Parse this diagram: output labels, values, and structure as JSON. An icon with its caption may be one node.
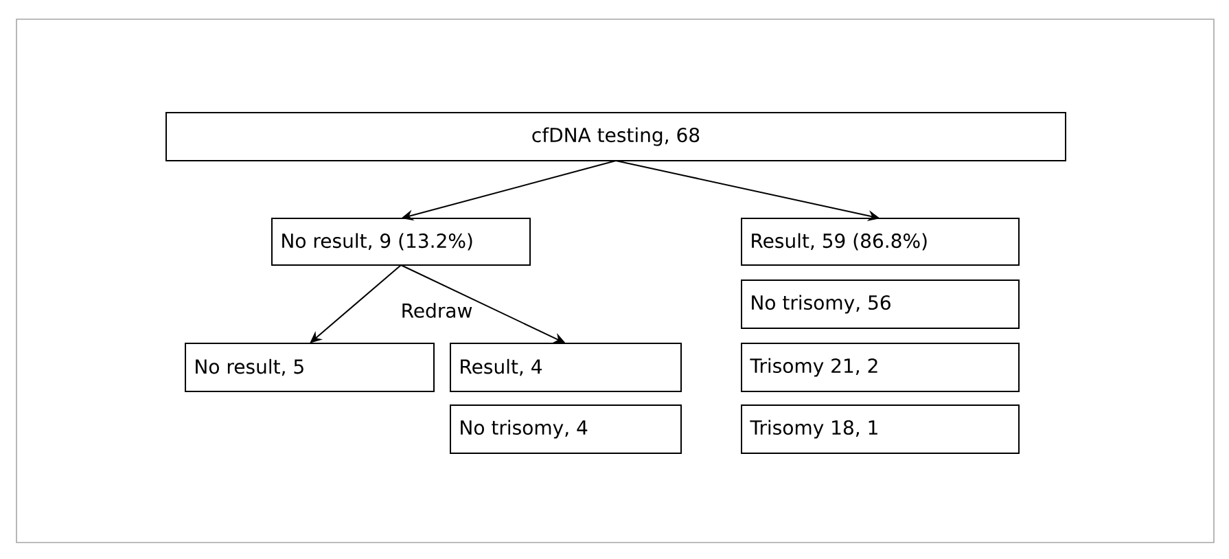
{
  "diagram": {
    "nodes": [
      {
        "text": [
          "cfDNA testing, 68"
        ]
      },
      {
        "text": [
          "No result, 9 (13.2%)"
        ]
      },
      {
        "text": [
          "Result, 59 (86.8%)"
        ]
      },
      {
        "text": [
          "No trisomy, 56"
        ]
      },
      {
        "text": [
          "Trisomy 21, 2"
        ]
      },
      {
        "text": [
          "Trisomy 18, 1"
        ]
      },
      {
        "text": [
          "No result, 5"
        ]
      },
      {
        "text": [
          "Result, 4"
        ]
      },
      {
        "text": [
          "No trisomy, 4"
        ]
      }
    ],
    "edges": [
      {
        "from": 0,
        "to": 1,
        "arrow": "to"
      },
      {
        "from": 0,
        "to": 2,
        "arrow": "to"
      },
      {
        "from": 1,
        "to": 6,
        "arrow": "to"
      },
      {
        "from": 1,
        "to": 7,
        "arrow": "to"
      }
    ],
    "labels": [
      "Redraw"
    ]
  }
}
